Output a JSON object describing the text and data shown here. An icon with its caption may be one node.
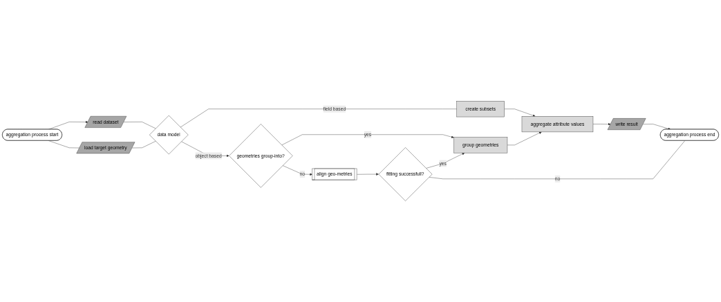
{
  "diagram": {
    "nodes": [
      {
        "text": [
          "aggregation process start"
        ]
      },
      {
        "text": [
          "read dataset"
        ]
      },
      {
        "text": [
          "load target geometry"
        ]
      },
      {
        "text": [
          "data model"
        ]
      },
      {
        "text": [
          "create subsets"
        ]
      },
      {
        "text": [
          "geometries group-into?"
        ]
      },
      {
        "text": [
          "group geometries"
        ]
      },
      {
        "text": [
          "aggregate attribute values"
        ]
      },
      {
        "text": [
          "write result"
        ]
      },
      {
        "text": [
          "align geo-metries"
        ]
      },
      {
        "text": [
          "fitting successfull?"
        ]
      },
      {
        "text": [
          "aggregation process end"
        ]
      }
    ],
    "edges": [
      {
        "from": 0,
        "to": 1,
        "arrow": "to"
      },
      {
        "from": 0,
        "to": 2,
        "arrow": "none"
      },
      {
        "from": 1,
        "to": 3,
        "arrow": "none"
      },
      {
        "from": 2,
        "to": 3,
        "arrow": "none"
      },
      {
        "from": 3,
        "to": 4,
        "label": "field based",
        "arrow": "none"
      },
      {
        "from": 3,
        "to": 5,
        "label": "object based",
        "arrow": "to"
      },
      {
        "from": 5,
        "to": 6,
        "label": "yes",
        "arrow": "to"
      },
      {
        "from": 5,
        "to": 9,
        "label": "no",
        "arrow": "to"
      },
      {
        "from": 4,
        "to": 7,
        "arrow": "to"
      },
      {
        "from": 6,
        "to": 7,
        "arrow": "to"
      },
      {
        "from": 7,
        "to": 8,
        "arrow": "to"
      },
      {
        "from": 8,
        "to": 11,
        "arrow": "to"
      },
      {
        "from": 9,
        "to": 10,
        "arrow": "to"
      },
      {
        "from": 10,
        "to": 6,
        "label": "yes",
        "arrow": "to"
      },
      {
        "from": 10,
        "to": 11,
        "label": "no",
        "arrow": "none"
      }
    ]
  }
}
